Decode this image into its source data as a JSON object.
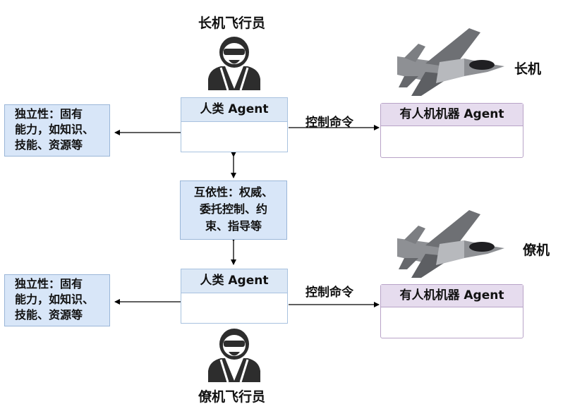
{
  "top_pilot": {
    "label": "长机飞行员"
  },
  "bottom_pilot": {
    "label": "僚机飞行员"
  },
  "top_plane": {
    "label": "长机"
  },
  "bottom_plane": {
    "label": "僚机"
  },
  "top_ability": {
    "lines": [
      "独立性：固有",
      "能力，如知识、",
      "技能、资源等"
    ]
  },
  "bottom_ability": {
    "lines": [
      "独立性：固有",
      "能力，如知识、",
      "技能、资源等"
    ]
  },
  "top_human_agent": {
    "title": "人类 Agent"
  },
  "bottom_human_agent": {
    "title": "人类 Agent"
  },
  "top_machine_agent": {
    "title": "有人机机器 Agent"
  },
  "bottom_machine_agent": {
    "title": "有人机机器 Agent"
  },
  "top_command": {
    "label": "控制命令"
  },
  "bottom_command": {
    "label": "控制命令"
  },
  "interdependence": {
    "lines": [
      "互依性：权威、",
      "委托控制、约",
      "束、指导等"
    ]
  }
}
